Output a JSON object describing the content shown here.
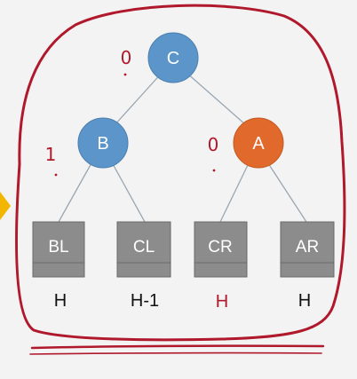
{
  "diagram": {
    "nodes": [
      {
        "id": "C",
        "label": "C",
        "color": "#5b95c9",
        "balance": "0"
      },
      {
        "id": "B",
        "label": "B",
        "color": "#5b95c9",
        "balance": "1"
      },
      {
        "id": "A",
        "label": "A",
        "color": "#e0692b",
        "balance": "0"
      }
    ],
    "subtrees": [
      {
        "label": "BL",
        "height": "H"
      },
      {
        "label": "CL",
        "height": "H-1"
      },
      {
        "label": "CR",
        "height": "H"
      },
      {
        "label": "AR",
        "height": "H"
      }
    ],
    "edges": [
      [
        "C",
        "B"
      ],
      [
        "C",
        "A"
      ],
      [
        "B",
        "BL"
      ],
      [
        "B",
        "CL"
      ],
      [
        "A",
        "CR"
      ],
      [
        "A",
        "AR"
      ]
    ],
    "colors": {
      "background": "#f3f3f3",
      "ink": "#b0182c",
      "subtree_fill": "#8c8c8c",
      "subtree_border": "#6a6a6a",
      "edge": "#9aa7b2",
      "arrow": "#f2b600"
    }
  }
}
